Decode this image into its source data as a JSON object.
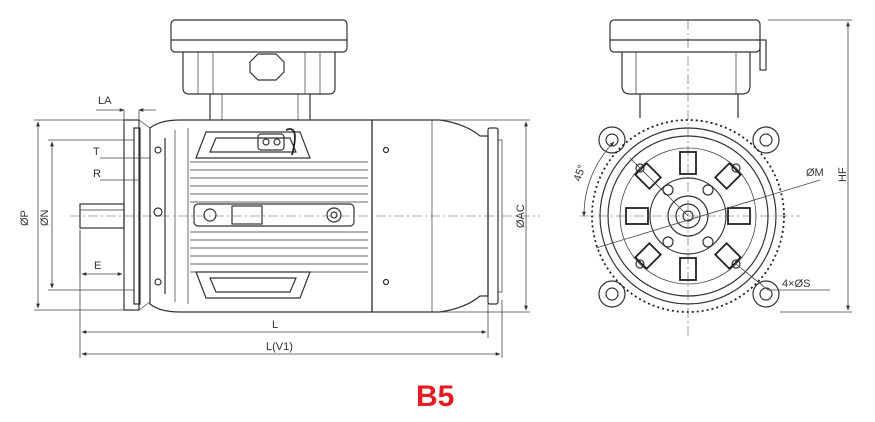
{
  "drawing": {
    "title": "B5",
    "side_view_labels": {
      "la": "LA",
      "t": "T",
      "r": "R",
      "p": "ØP",
      "n": "ØN",
      "e": "E",
      "ac": "ØAC",
      "l": "L",
      "lv1": "L(V1)"
    },
    "front_view_labels": {
      "angle": "45°",
      "m": "ØM",
      "hf": "HF",
      "s": "4×ØS"
    },
    "colors": {
      "line": "#333333",
      "title": "#e31b23"
    }
  }
}
